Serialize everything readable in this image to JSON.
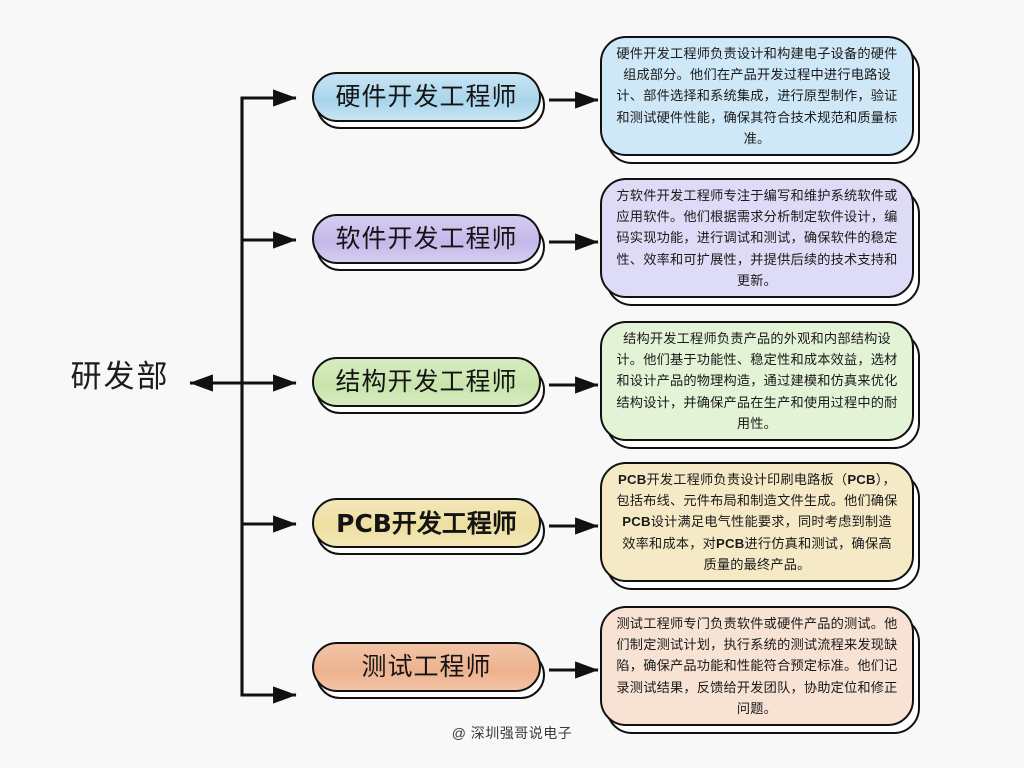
{
  "page": {
    "background_color": "#f8f8f8",
    "watermark": "@ 深圳强哥说电子"
  },
  "root": {
    "label": "研发部"
  },
  "rows": [
    {
      "node_label": "硬件开发工程师",
      "node_color": "#a9d5ec",
      "node_color_2": "#c8e4f3",
      "desc_color": "#cfe8f7",
      "description": "硬件开发工程师负责设计和构建电子设备的硬件组成部分。他们在产品开发过程中进行电路设计、部件选择和系统集成，进行原型制作，验证和测试硬件性能，确保其符合技术规范和质量标准。",
      "bold_terms": []
    },
    {
      "node_label": "软件开发工程师",
      "node_color": "#c3b8e8",
      "node_color_2": "#d6cdf1",
      "desc_color": "#dedbf7",
      "description": "方软件开发工程师专注于编写和维护系统软件或应用软件。他们根据需求分析制定软件设计，编码实现功能，进行调试和测试，确保软件的稳定性、效率和可扩展性，并提供后续的技术支持和更新。",
      "bold_terms": []
    },
    {
      "node_label": "结构开发工程师",
      "node_color": "#c8e4ac",
      "node_color_2": "#d7ecc0",
      "desc_color": "#e3f3d6",
      "description": "结构开发工程师负责产品的外观和内部结构设计。他们基于功能性、稳定性和成本效益，选材和设计产品的物理构造，通过建模和仿真来优化结构设计，并确保产品在生产和使用过程中的耐用性。",
      "bold_terms": []
    },
    {
      "node_label": "PCB开发工程师",
      "node_color": "#eedfa0",
      "node_color_2": "#f2e7b8",
      "desc_color": "#f5e9c6",
      "description": "PCB开发工程师负责设计印刷电路板（PCB），包括布线、元件布局和制造文件生成。他们确保PCB设计满足电气性能要求，同时考虑到制造效率和成本，对PCB进行仿真和测试，确保高质量的最终产品。",
      "bold_terms": [
        "PCB"
      ]
    },
    {
      "node_label": "测试工程师",
      "node_color": "#eeb28e",
      "node_color_2": "#f2c4a7",
      "desc_color": "#f7e2d4",
      "description": "测试工程师专门负责软件或硬件产品的测试。他们制定测试计划，执行系统的测试流程来发现缺陷，确保产品功能和性能符合预定标准。他们记录测试结果，反馈给开发团队，协助定位和修正问题。",
      "bold_terms": []
    }
  ]
}
